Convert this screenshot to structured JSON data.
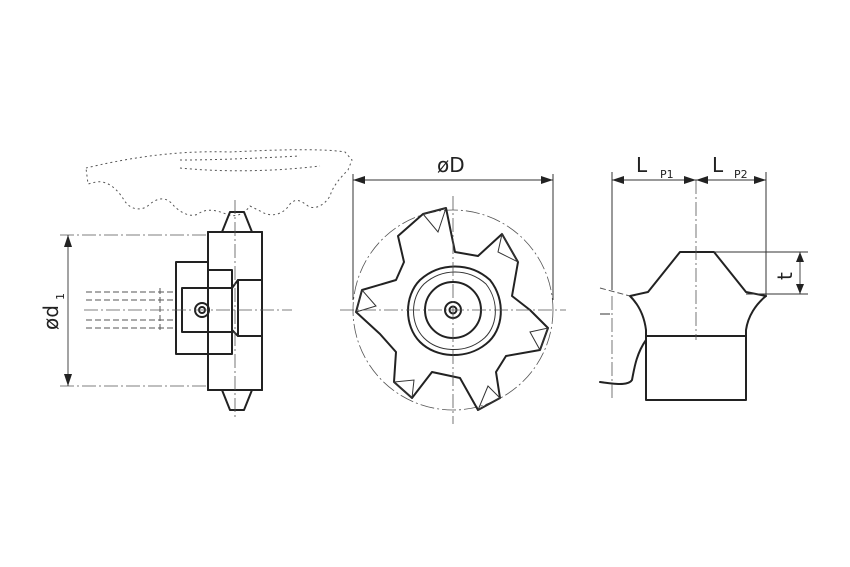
{
  "labels": {
    "d1": "ød",
    "d1_sub": "1",
    "D": "øD",
    "lp1": "L",
    "lp1_sub": "P1",
    "lp2": "L",
    "lp2_sub": "P2",
    "t": "t"
  },
  "colors": {
    "line": "#222222",
    "hatch": "#333333",
    "background": "#ffffff"
  }
}
